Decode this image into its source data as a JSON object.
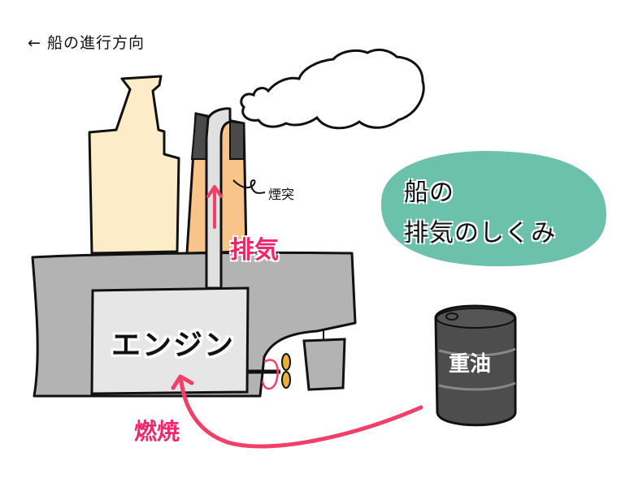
{
  "direction_label": "← 船の進行方向",
  "title": {
    "line1": "船の",
    "line2": "排気のしくみ"
  },
  "labels": {
    "chimney": "煙突",
    "exhaust": "排気",
    "engine": "エンジン",
    "heavy_oil": "重油",
    "combustion": "燃焼"
  },
  "colors": {
    "hull": "#b3b3b3",
    "engine": "#e6e6e6",
    "superstructure": "#fdecc8",
    "chimney": "#f8c48a",
    "chimney_top": "#4a4a4a",
    "exhaust_pipe": "#e0e0e0",
    "title_bubble": "#6cc1ad",
    "accent_pink": "#f0286a",
    "propeller": "#e8b23a",
    "oil_drum": "#4d4d4d",
    "outline": "#111111"
  }
}
